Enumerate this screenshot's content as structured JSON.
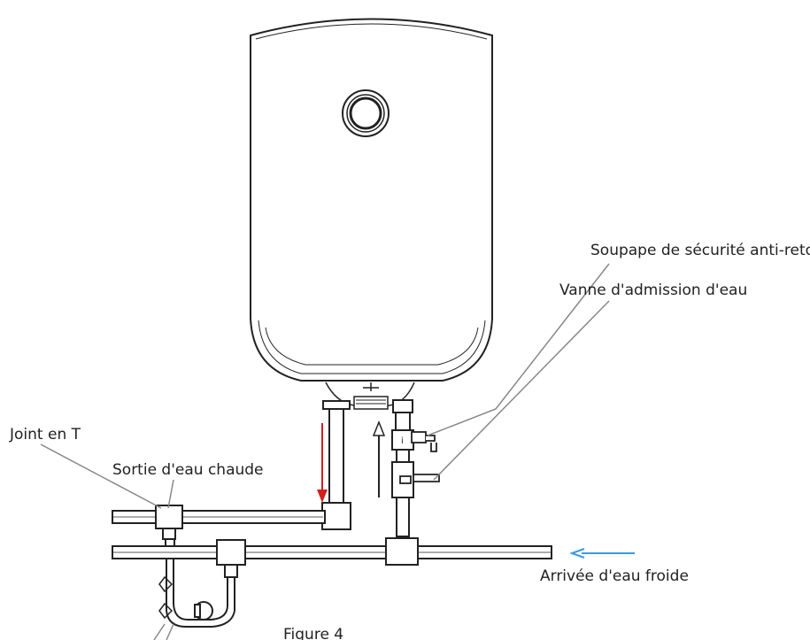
{
  "labels": {
    "safety_valve": "Soupape de sécurité anti-retour",
    "inlet_valve": "Vanne d'admission d'eau",
    "tee_joint": "Joint en T",
    "hot_outlet": "Sortie d'eau chaude",
    "cold_inlet": "Arrivée d'eau froide",
    "figure": "Figure 4"
  },
  "colors": {
    "outline": "#222222",
    "hot_arrow": "#d21f1f",
    "cold_arrow": "#3a9be0",
    "leader": "#888888"
  }
}
